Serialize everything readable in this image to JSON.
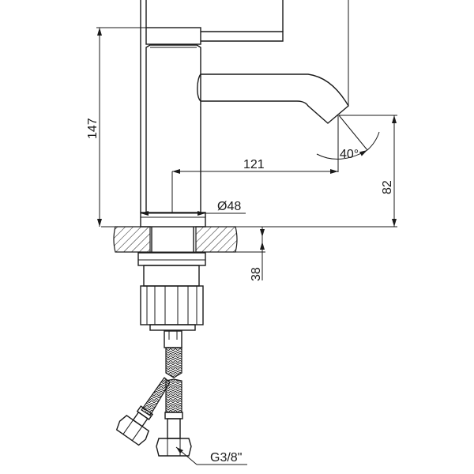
{
  "title": "Basin mixer technical drawing",
  "dimensions": {
    "height_total": "147",
    "spout_reach": "121",
    "spout_height": "82",
    "base_diameter": "Ø48",
    "counter_thickness": "38",
    "spout_angle": "40°",
    "connection_thread": "G3/8\""
  },
  "colors": {
    "line": "#1a1a1a",
    "background": "#ffffff"
  }
}
